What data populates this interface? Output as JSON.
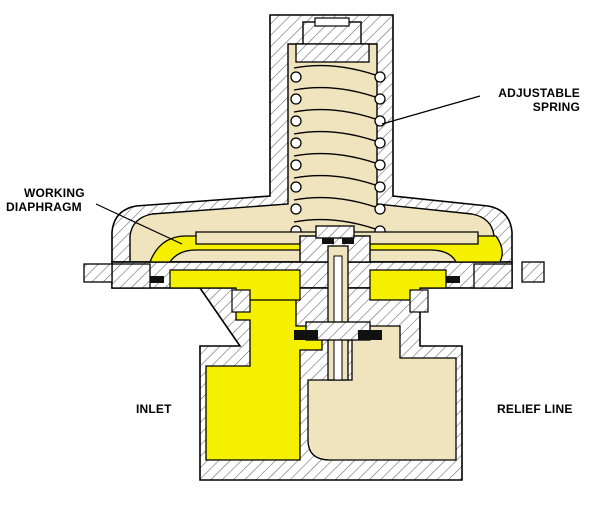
{
  "labels": {
    "adjustable_spring_line1": "ADJUSTABLE",
    "adjustable_spring_line2": "SPRING",
    "working_diaphragm_line1": "WORKING",
    "working_diaphragm_line2": "DIAPHRAGM",
    "inlet": "INLET",
    "relief_line": "RELIEF LINE"
  },
  "colors": {
    "outline": "#000000",
    "body_fill": "#ffffff",
    "hatch": "#6e6e6e",
    "inlet_pressure": "#f5f000",
    "atmosphere": "#efe4bd",
    "spring": "#efe4bd",
    "seal": "#111111"
  }
}
